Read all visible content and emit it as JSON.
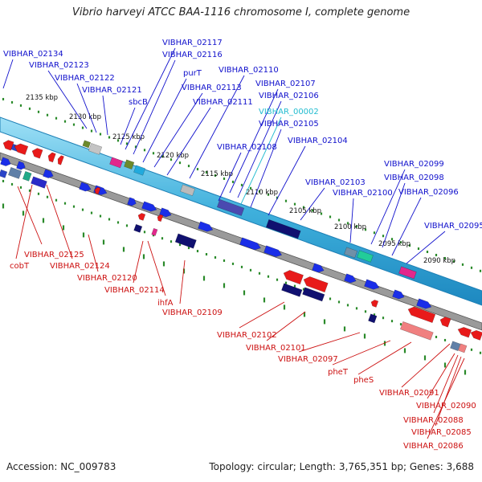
{
  "title": "Vibrio harveyi ATCC BAA-1116 chromosome I, complete genome",
  "accession": "Accession: NC_009783",
  "summary": "Topology: circular; Length: 3,765,351 bp; Genes: 3,688",
  "colors": {
    "top_label": "#1010cc",
    "bottom_label": "#cc1010",
    "rna_label": "#22bcd0",
    "backbone": "#3fb0dc",
    "forward_gene": "#1a2ee8",
    "reverse_gene": "#e81a1a"
  },
  "scale_ticks": [
    "2135 kbp",
    "2130 kbp",
    "2125 kbp",
    "2120 kbp",
    "2115 kbp",
    "2110 kbp",
    "2105 kbp",
    "2100 kbp",
    "2095 kbp",
    "2090 kbp"
  ],
  "top_labels": [
    "VIBHAR_02134",
    "VIBHAR_02123",
    "VIBHAR_02122",
    "VIBHAR_02121",
    "sbcB",
    "VIBHAR_02117",
    "VIBHAR_02116",
    "purT",
    "VIBHAR_02113",
    "VIBHAR_02111",
    "VIBHAR_02110",
    "VIBHAR_02107",
    "VIBHAR_02106",
    "VIBHAR_00002",
    "VIBHAR_02105",
    "VIBHAR_02108",
    "VIBHAR_02104",
    "VIBHAR_02103",
    "VIBHAR_02100",
    "VIBHAR_02099",
    "VIBHAR_02098",
    "VIBHAR_02096",
    "VIBHAR_02095"
  ],
  "bottom_labels": [
    "VIBHAR_02125",
    "cobT",
    "VIBHAR_02124",
    "VIBHAR_02120",
    "VIBHAR_02114",
    "ihfA",
    "VIBHAR_02109",
    "VIBHAR_02102",
    "VIBHAR_02101",
    "VIBHAR_02097",
    "pheT",
    "pheS",
    "VIBHAR_02091",
    "VIBHAR_02090",
    "VIBHAR_02088",
    "VIBHAR_02085",
    "VIBHAR_02086"
  ]
}
